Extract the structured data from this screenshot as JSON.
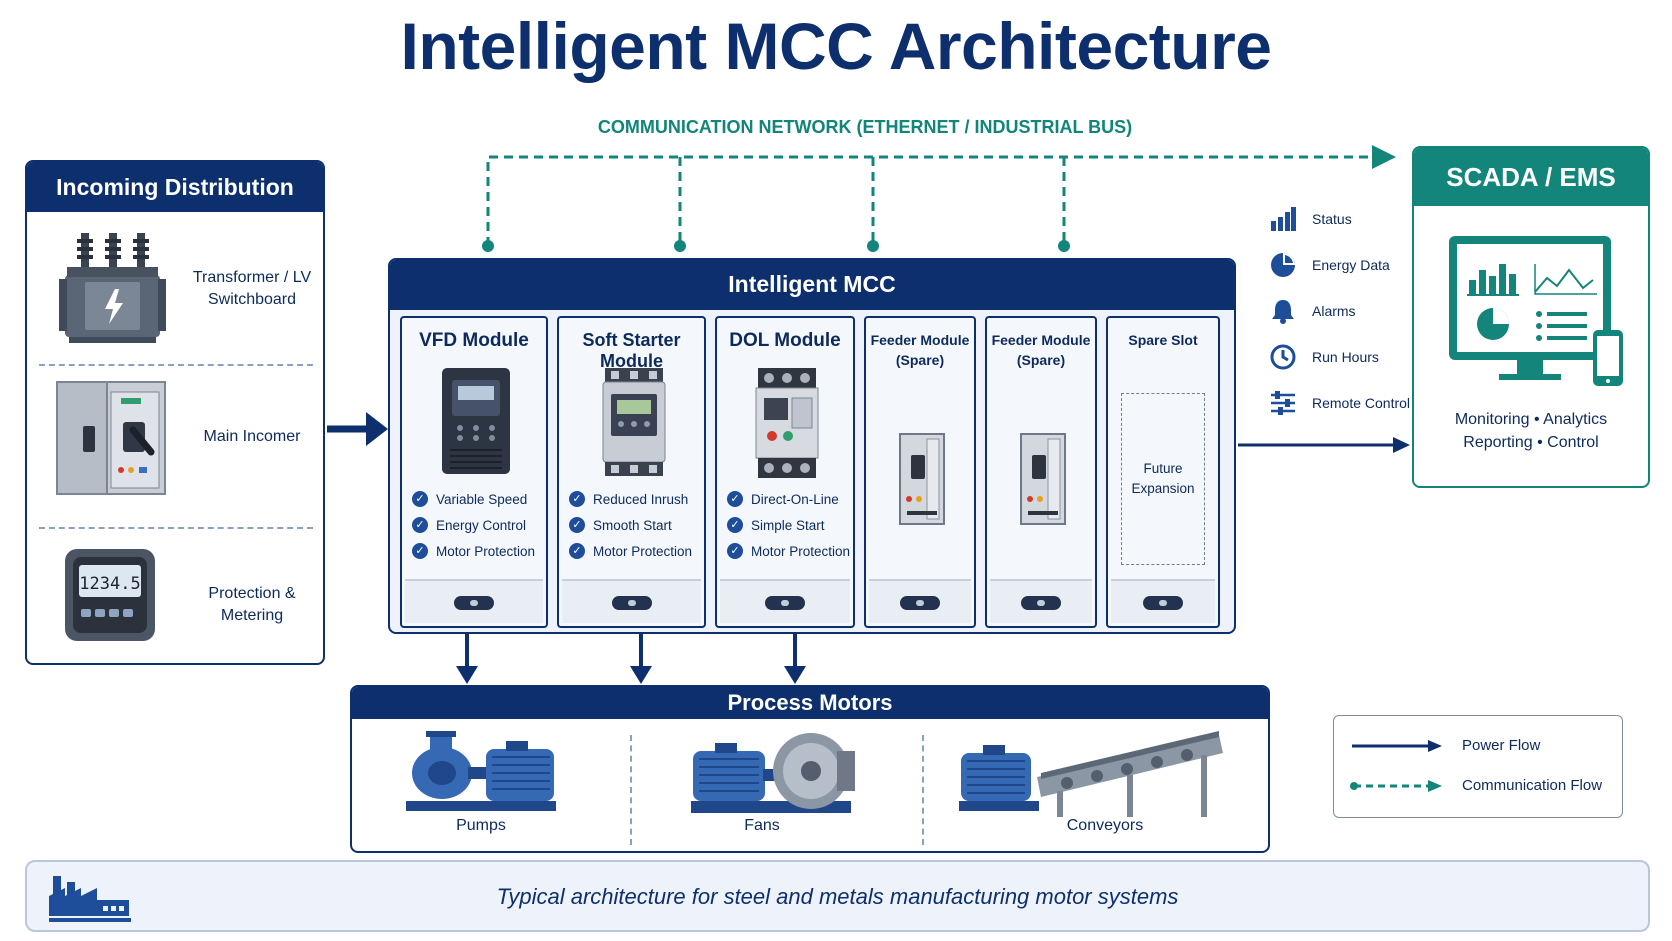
{
  "title": "Intelligent MCC Architecture",
  "network_label": "COMMUNICATION NETWORK (ETHERNET / INDUSTRIAL BUS)",
  "incoming": {
    "title": "Incoming Distribution",
    "items": [
      {
        "label": "Transformer / LV Switchboard",
        "icon": "transformer-icon"
      },
      {
        "label": "Main Incomer",
        "icon": "switchgear-icon"
      },
      {
        "label": "Protection & Metering",
        "icon": "meter-icon",
        "display": "1234.5"
      }
    ]
  },
  "mcc": {
    "title": "Intelligent MCC",
    "modules": [
      {
        "title": "VFD Module",
        "features": [
          "Variable Speed",
          "Energy Control",
          "Motor Protection"
        ]
      },
      {
        "title": "Soft Starter Module",
        "features": [
          "Reduced Inrush",
          "Smooth Start",
          "Motor Protection"
        ]
      },
      {
        "title": "DOL Module",
        "features": [
          "Direct-On-Line",
          "Simple Start",
          "Motor Protection"
        ]
      },
      {
        "title": "Feeder Module (Spare)",
        "title_line1": "Feeder Module",
        "title_line2": "(Spare)"
      },
      {
        "title": "Feeder Module (Spare)",
        "title_line1": "Feeder Module",
        "title_line2": "(Spare)"
      },
      {
        "title": "Spare Slot",
        "box_line1": "Future",
        "box_line2": "Expansion"
      }
    ]
  },
  "signals": [
    {
      "label": "Status",
      "icon": "bar-chart-icon"
    },
    {
      "label": "Energy Data",
      "icon": "pie-chart-icon"
    },
    {
      "label": "Alarms",
      "icon": "bell-icon"
    },
    {
      "label": "Run Hours",
      "icon": "clock-icon"
    },
    {
      "label": "Remote Control",
      "icon": "sliders-icon"
    }
  ],
  "scada": {
    "title": "SCADA / EMS",
    "line1": "Monitoring • Analytics",
    "line2": "Reporting • Control"
  },
  "motors": {
    "title": "Process Motors",
    "items": [
      {
        "label": "Pumps",
        "icon": "pump-icon"
      },
      {
        "label": "Fans",
        "icon": "fan-icon"
      },
      {
        "label": "Conveyors",
        "icon": "conveyor-icon"
      }
    ]
  },
  "legend": {
    "power": "Power Flow",
    "communication": "Communication Flow"
  },
  "footer": {
    "text": "Typical architecture for steel and metals manufacturing motor systems",
    "icon": "factory-icon"
  },
  "colors": {
    "navy": "#0d2f6d",
    "teal": "#13857b",
    "panel_bg": "#eef3fb"
  }
}
